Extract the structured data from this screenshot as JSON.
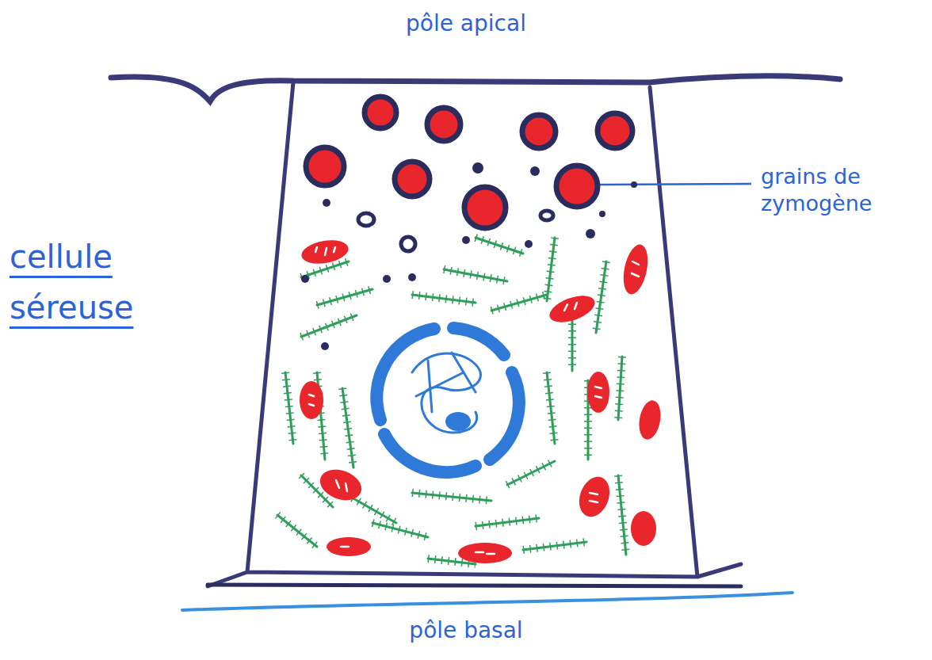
{
  "diagram": {
    "labels": [
      "pôle apical",
      "grains de zymogène",
      "cellule séreuse",
      "pôle basal"
    ]
  }
}
